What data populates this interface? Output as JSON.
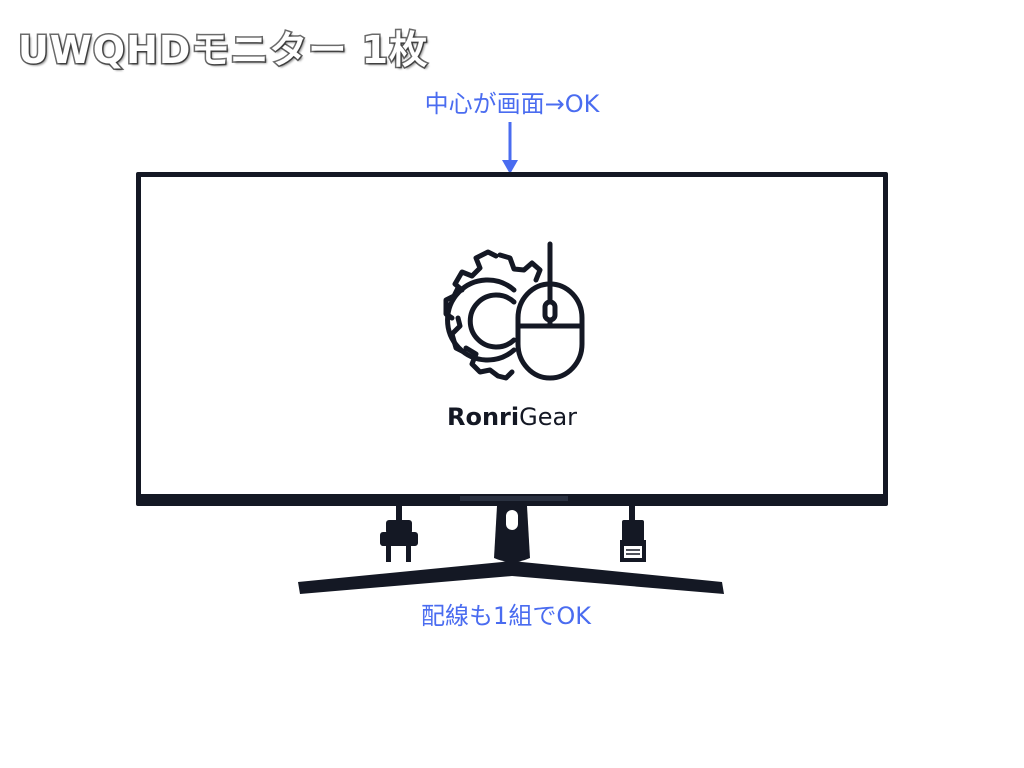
{
  "heading": "UWQHDモニター 1枚",
  "annotations": {
    "top": "中心が画面→OK",
    "bottom": "配線も1組でOK"
  },
  "brand": {
    "bold": "Ronri",
    "regular": "Gear"
  },
  "icons": {
    "logo": "gear-with-mouse-icon",
    "power": "power-plug-icon",
    "video": "hdmi-plug-icon",
    "pointer": "down-arrow-icon"
  },
  "colors": {
    "annotation": "#4a6cf0",
    "monitor": "#141824",
    "screen": "#ffffff",
    "heading_outline": "#6b6b6b"
  }
}
